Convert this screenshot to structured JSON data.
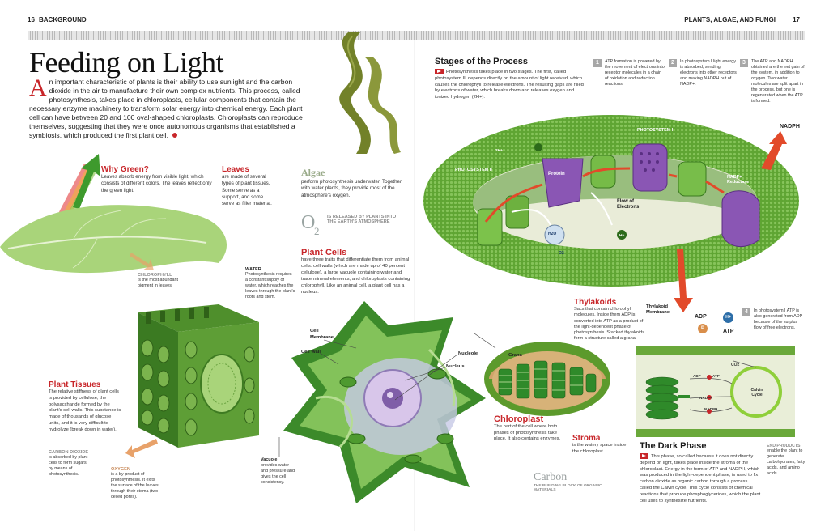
{
  "header": {
    "page_left": "16",
    "section_left": "BACKGROUND",
    "section_right": "PLANTS, ALGAE, AND FUNGI",
    "page_right": "17"
  },
  "title": "Feeding on Light",
  "intro": {
    "drop_cap": "A",
    "text": "n important characteristic of plants is their ability to use sunlight and the carbon dioxide in the air to manufacture their own complex nutrients. This process, called photosynthesis, takes place in chloroplasts, cellular components that contain the necessary enzyme machinery to transform solar energy into chemical energy. Each plant cell can have between 20 and 100 oval-shaped chloroplasts. Chloroplasts can reproduce themselves, suggesting that they were once autonomous organisms that established a symbiosis, which produced the first plant cell."
  },
  "why_green": {
    "title": "Why Green?",
    "text": "Leaves absorb energy from visible light, which consists of different colors. The leaves reflect only the green light."
  },
  "leaves": {
    "title": "Leaves",
    "text": "are made of several types of plant tissues. Some serve as a support, and some serve as filler material."
  },
  "algae": {
    "title": "Algae",
    "text": "perform photosynthesis underwater. Together with water plants, they provide most of the atmosphere's oxygen."
  },
  "o2": {
    "symbol": "O",
    "subscript": "2",
    "text": "IS RELEASED BY PLANTS INTO THE EARTH'S ATMOSPHERE"
  },
  "chlorophyll": {
    "title": "CHLOROPHYLL",
    "text": "is the most abundant pigment in leaves."
  },
  "water": {
    "title": "WATER",
    "text": "Photosynthesis requires a constant supply of water, which reaches the leaves through the plant's roots and stem."
  },
  "plant_cells": {
    "title": "Plant Cells",
    "text": "have three traits that differentiate them from animal cells: cell walls (which are made up of 40 percent cellulose), a large vacuole containing water and trace mineral elements, and chloroplasts containing chlorophyll. Like an animal cell, a plant cell has a nucleus."
  },
  "plant_tissues": {
    "title": "Plant Tissues",
    "text": "The relative stiffness of plant cells is provided by cellulose, the polysaccharide formed by the plant's cell walls. This substance is made of thousands of glucose units, and it is very difficult to hydrolyze (break down in water)."
  },
  "carbon_dioxide": {
    "title": "CARBON DIOXIDE",
    "text": "is absorbed by plant cells to form sugars by means of photosynthesis."
  },
  "oxygen": {
    "title": "OXYGEN",
    "text": "is a by-product of photosynthesis. It exits the surface of the leaves through their stoma (two-celled pores)."
  },
  "cell_labels": {
    "membrane": "Cell Membrane",
    "wall": "Cell Wall",
    "nucleole": "Nucleole",
    "nucleus": "Nucleus",
    "vacuole_title": "Vacuole",
    "vacuole_text": "provides water and pressure and gives the cell consistency."
  },
  "stages": {
    "title": "Stages of the Process",
    "text": "Photosynthesis takes place in two stages. The first, called photosystem II, depends directly on the amount of light received, which causes the chlorophyll to release electrons. The resulting gaps are filled by electrons of water, which breaks down and releases oxygen and ionized hydrogen (2H+).",
    "steps": [
      {
        "num": "1",
        "text": "ATP formation is powered by the movement of electrons into receptor molecules in a chain of oxidation and reduction reactions."
      },
      {
        "num": "2",
        "text": "In photosystem I light energy is absorbed, sending electrons into other receptors and making NADPH out of NADP+."
      },
      {
        "num": "3",
        "text": "The ATP and NADPH obtained are the net gain of the system, in addition to oxygen. Two water molecules are split apart in the process, but one is regenerated when the ATP is formed."
      },
      {
        "num": "4",
        "text": "In photosystem I ATP is also generated from ADP because of the surplus flow of free electrons."
      }
    ]
  },
  "diagram": {
    "photosystem_ii": "PHOTOSYSTEM II",
    "photosystem_i": "PHOTOSYSTEM I",
    "protein": "Protein",
    "flow": "Flow of Electrons",
    "nadp_reductase": "NADP+ Reductase",
    "nadph": "NADPH",
    "thylakoid_membrane": "Thylakoid Membrane",
    "adp": "ADP",
    "p": "P",
    "atp": "ATP",
    "h_plus": "H+",
    "h2": "2H+",
    "h2o": "H2O",
    "o2": "O2"
  },
  "thylakoids": {
    "title": "Thylakoids",
    "text": "Sacs that contain chlorophyll molecules. Inside them ADP is converted into ATP as a product of the light-dependent phase of photosynthesis. Stacked thylakoids form a structure called a grana.",
    "grana": "Grana"
  },
  "chloroplast": {
    "title": "Chloroplast",
    "text": "The part of the cell where both phases of photosynthesis take place. It also contains enzymes."
  },
  "stroma": {
    "title": "Stroma",
    "text": "is the watery space inside the chloroplast."
  },
  "carbon": {
    "title": "Carbon",
    "sub": "THE BUILDING BLOCK OF ORGANIC MATERIALS"
  },
  "dark_phase": {
    "title": "The Dark Phase",
    "text": "This phase, so called because it does not directly depend on light, takes place inside the stroma of the chloroplast. Energy in the form of ATP and NADPH, which was produced in the light-dependent phase, is used to fix carbon dioxide as organic carbon through a process called the Calvin cycle. This cycle consists of chemical reactions that produce phosphoglycerides, which the plant cell uses to synthesize nutrients.",
    "calvin": "Calvin Cycle",
    "co2": "CO2",
    "atp_label": "ATP",
    "adp_label": "ADP",
    "nadph_label": "NADPH",
    "nadp_label": "NADP+"
  },
  "end_products": {
    "title": "END PRODUCTS",
    "text": "enable the plant to generate carbohydrates, fatty acids, and amino acids."
  }
}
